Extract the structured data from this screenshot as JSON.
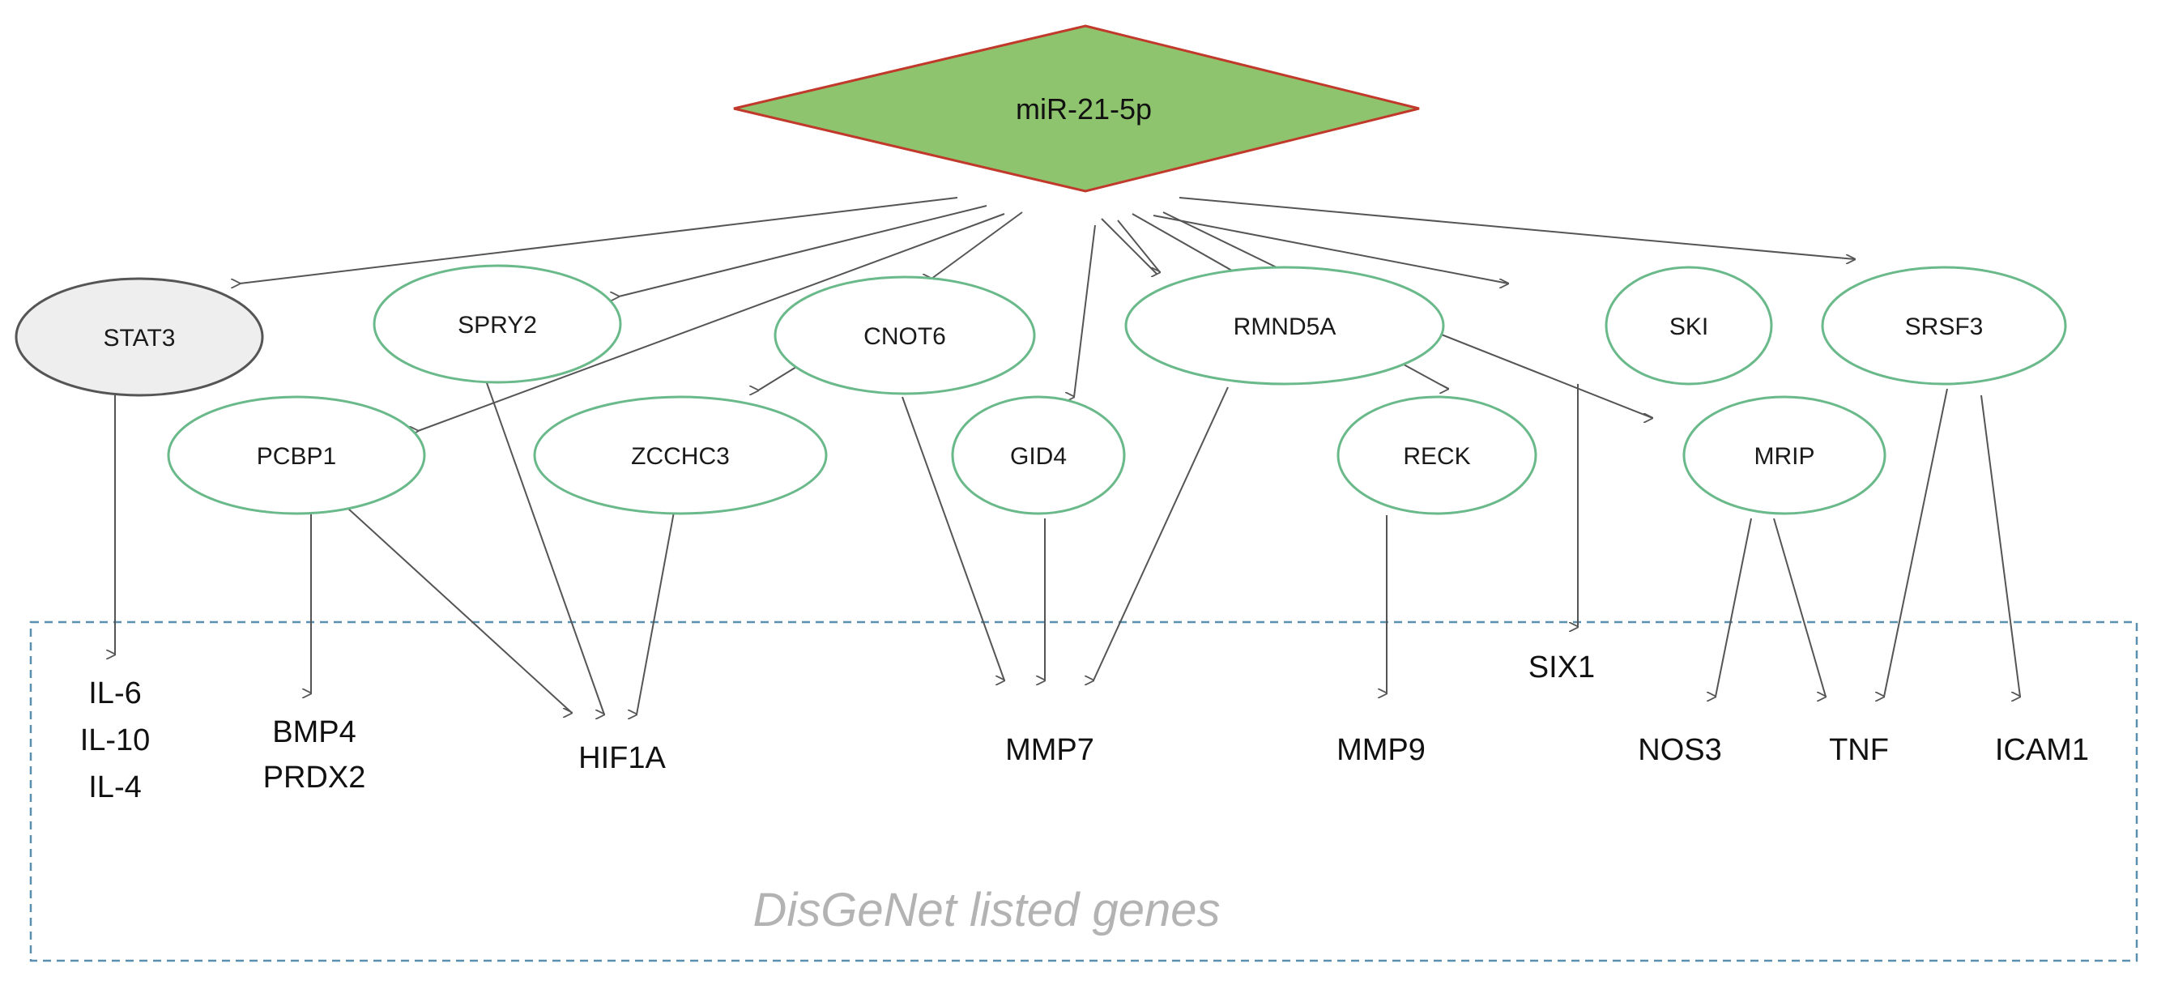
{
  "root": {
    "label": "miR-21-5p",
    "fill": "#8fc46e",
    "stroke": "#c0392b"
  },
  "colors": {
    "ellipse_stroke": "#6ab98a",
    "stat3_fill": "#eeeeee",
    "stat3_stroke": "#555555",
    "edge": "#555555",
    "box_stroke": "#5b8fb0"
  },
  "targets": [
    {
      "id": "stat3",
      "label": "STAT3"
    },
    {
      "id": "spry2",
      "label": "SPRY2"
    },
    {
      "id": "cnot6",
      "label": "CNOT6"
    },
    {
      "id": "rmnd5a",
      "label": "RMND5A"
    },
    {
      "id": "ski",
      "label": "SKI"
    },
    {
      "id": "srsf3",
      "label": "SRSF3"
    },
    {
      "id": "pcbp1",
      "label": "PCBP1"
    },
    {
      "id": "zcchc3",
      "label": "ZCCHC3"
    },
    {
      "id": "gid4",
      "label": "GID4"
    },
    {
      "id": "reck",
      "label": "RECK"
    },
    {
      "id": "mrip",
      "label": "MRIP"
    }
  ],
  "genes": [
    {
      "id": "il6",
      "label": "IL-6"
    },
    {
      "id": "il10",
      "label": "IL-10"
    },
    {
      "id": "il4",
      "label": "IL-4"
    },
    {
      "id": "bmp4",
      "label": "BMP4"
    },
    {
      "id": "prdx2",
      "label": "PRDX2"
    },
    {
      "id": "hif1a",
      "label": "HIF1A"
    },
    {
      "id": "mmp7",
      "label": "MMP7"
    },
    {
      "id": "mmp9",
      "label": "MMP9"
    },
    {
      "id": "six1",
      "label": "SIX1"
    },
    {
      "id": "nos3",
      "label": "NOS3"
    },
    {
      "id": "tnf",
      "label": "TNF"
    },
    {
      "id": "icam1",
      "label": "ICAM1"
    }
  ],
  "box": {
    "caption": "DisGeNet listed genes"
  },
  "edges": [
    [
      "root",
      "stat3"
    ],
    [
      "root",
      "spry2"
    ],
    [
      "root",
      "pcbp1"
    ],
    [
      "root",
      "cnot6"
    ],
    [
      "root",
      "gid4"
    ],
    [
      "root",
      "rmnd5a"
    ],
    [
      "root",
      "ski"
    ],
    [
      "root",
      "srsf3"
    ],
    [
      "root",
      "zcchc3"
    ],
    [
      "root",
      "reck"
    ],
    [
      "root",
      "mrip"
    ],
    [
      "stat3",
      "il6"
    ],
    [
      "pcbp1",
      "bmp4"
    ],
    [
      "pcbp1",
      "hif1a"
    ],
    [
      "spry2",
      "hif1a"
    ],
    [
      "zcchc3",
      "hif1a"
    ],
    [
      "cnot6",
      "mmp7"
    ],
    [
      "gid4",
      "mmp7"
    ],
    [
      "rmnd5a",
      "mmp7"
    ],
    [
      "reck",
      "mmp9"
    ],
    [
      "ski",
      "six1"
    ],
    [
      "mrip",
      "nos3"
    ],
    [
      "mrip",
      "tnf"
    ],
    [
      "srsf3",
      "tnf"
    ],
    [
      "srsf3",
      "icam1"
    ]
  ]
}
